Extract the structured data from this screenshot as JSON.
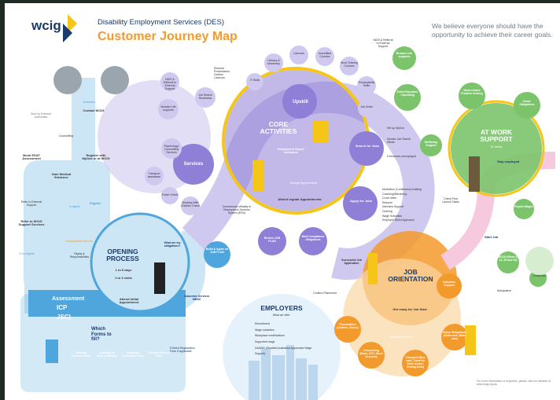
{
  "header": {
    "logo_text": "wcig",
    "subtitle": "Disability Employment Services (DES)",
    "title": "Customer Journey Map",
    "tagline": "We believe everyone should have the opportunity to achieve their career goals."
  },
  "colors": {
    "blue": "#4fa6dd",
    "light_blue": "#cde6f6",
    "purple": "#8f7fd6",
    "lavender": "#cfc8ef",
    "green": "#7cc46c",
    "light_green": "#d6edd0",
    "orange": "#f39a2c",
    "light_orange": "#fbd7a4",
    "yellow": "#f5c518",
    "pink": "#f6c9de",
    "navy": "#1b3a6b"
  },
  "left_track": {
    "jobseeker": "Jobseeker",
    "contact": "Contact WCIG",
    "options": "Sent by External Authorities",
    "counselling": "Counselling",
    "book_esat": "Book ESAT Assessment",
    "register": "Register with MyGov or at WCIG",
    "gain_medical": "Gain Medical Evidence",
    "refer_support": "Refer to WCIG Support Services",
    "refer_external": "Refer to External Support",
    "eligible": "Eligible",
    "not_eligible": "If not eligible",
    "if_eligible": "If eligible",
    "employment_services": "Employment Services",
    "rights": "Rights & Responsibilities"
  },
  "assessment": {
    "title": "Assessment",
    "icp": "ICP",
    "jsci": "JSCI"
  },
  "forms": {
    "which": "Which Forms to fill?",
    "items": [
      "Opening Process Form",
      "Authority to Seek & Release",
      "Employer Disclosure Form",
      "Privacy Consent Form"
    ],
    "direct": "If Direct Registration Form if applicable"
  },
  "opening": {
    "title": "OPENING PROCESS",
    "duration1": "1 to 5 days",
    "duration2": "1 to 3 visits",
    "obligations": "What are my obligations?",
    "attend": "Attend Initial Appointment",
    "menu": "Jobseeker Services MENU"
  },
  "job_plan": {
    "build": "Build & Agree on JOB PLAN",
    "commences": "Commences officially in Employment Services System (ESS)",
    "review": "Review JOB PLAN",
    "meet": "Meet Compliance Obligations"
  },
  "core": {
    "title": "CORE ACTIVITIES",
    "employment_search": "Employment Search Assistance",
    "arrange": "Arrange Appointments",
    "attend_regular": "Attend regular Appointments",
    "services": "Services",
    "upskill": "Upskill",
    "search_jobs": "Search for Jobs",
    "apply_jobs": "Apply for Jobs"
  },
  "services_items": [
    "NDIS & Referral to External Support",
    "Broader Life supports",
    "Psychology/ Counselling Services",
    "Transport assistance",
    "Police Check",
    "Working With Children Check",
    "Job Search Readiness"
  ],
  "services_list": [
    "Resume",
    "Presentation",
    "Clothes",
    "Licences"
  ],
  "upskill_items": [
    "IT Skills",
    "Literacy & Numeracy",
    "Licences",
    "Accredited Courses",
    "Short Training Courses",
    "Employability Skills",
    "Job Clubs"
  ],
  "search_notes": [
    "Set up MyGov",
    "Monitor Job Search efforts",
    "If becomes unemployed"
  ],
  "apply_list": [
    "Motivation (Confidence) building",
    "Coaching/Mentoring",
    "Cover letter",
    "Resume",
    "Interview Support",
    "Clothing",
    "Wage Subsidies",
    "Employer Direct Approach"
  ],
  "orientation": {
    "title": "JOB ORIENTATION",
    "successful": "Successful Job Application",
    "confirm": "Confirm Placement",
    "induction": "Induction Support",
    "ready": "Get ready for Job Start",
    "presentation": "Presentation (Clothes, Shoes)",
    "onboarding": "Onboarding (Bank, ATO, Work Account)",
    "transport": "Transport (Bus card, Travel to Work Assist, Driving tests)",
    "home": "Home Obligations (Child care, Elder care)",
    "assistance": "Assistance options",
    "start_job": "Start Job"
  },
  "work_support": {
    "title": "AT WORK SUPPORT",
    "weeks": "52 weeks",
    "broader": "Broader Life supports",
    "extra_ed": "Extra Education / Upskilling",
    "problem": "Work-related Problem Solving",
    "home": "Home Obligations",
    "wellbeing": "Wellbeing Support",
    "stay": "Stay employed",
    "report": "Report Wages",
    "check": "Check Post Launch Tasks",
    "wcig_support": "WCIG (Week 4, 13, 26 and 52)",
    "conclusion": "Conclusion",
    "ndis_referral": "NDIS & Referral to External Support",
    "anticipation": "Anticipation"
  },
  "employers": {
    "title": "EMPLOYERS",
    "subtitle": "What we offer:",
    "items": [
      "Recruitment",
      "Wage subsidies",
      "Workplace modifications",
      "Supported wage",
      "DAAWS (Disabled Australian Apprentice Wage Support)"
    ]
  },
  "footer": "For more information or enquiries, please visit our website at www.wcig.org.au"
}
